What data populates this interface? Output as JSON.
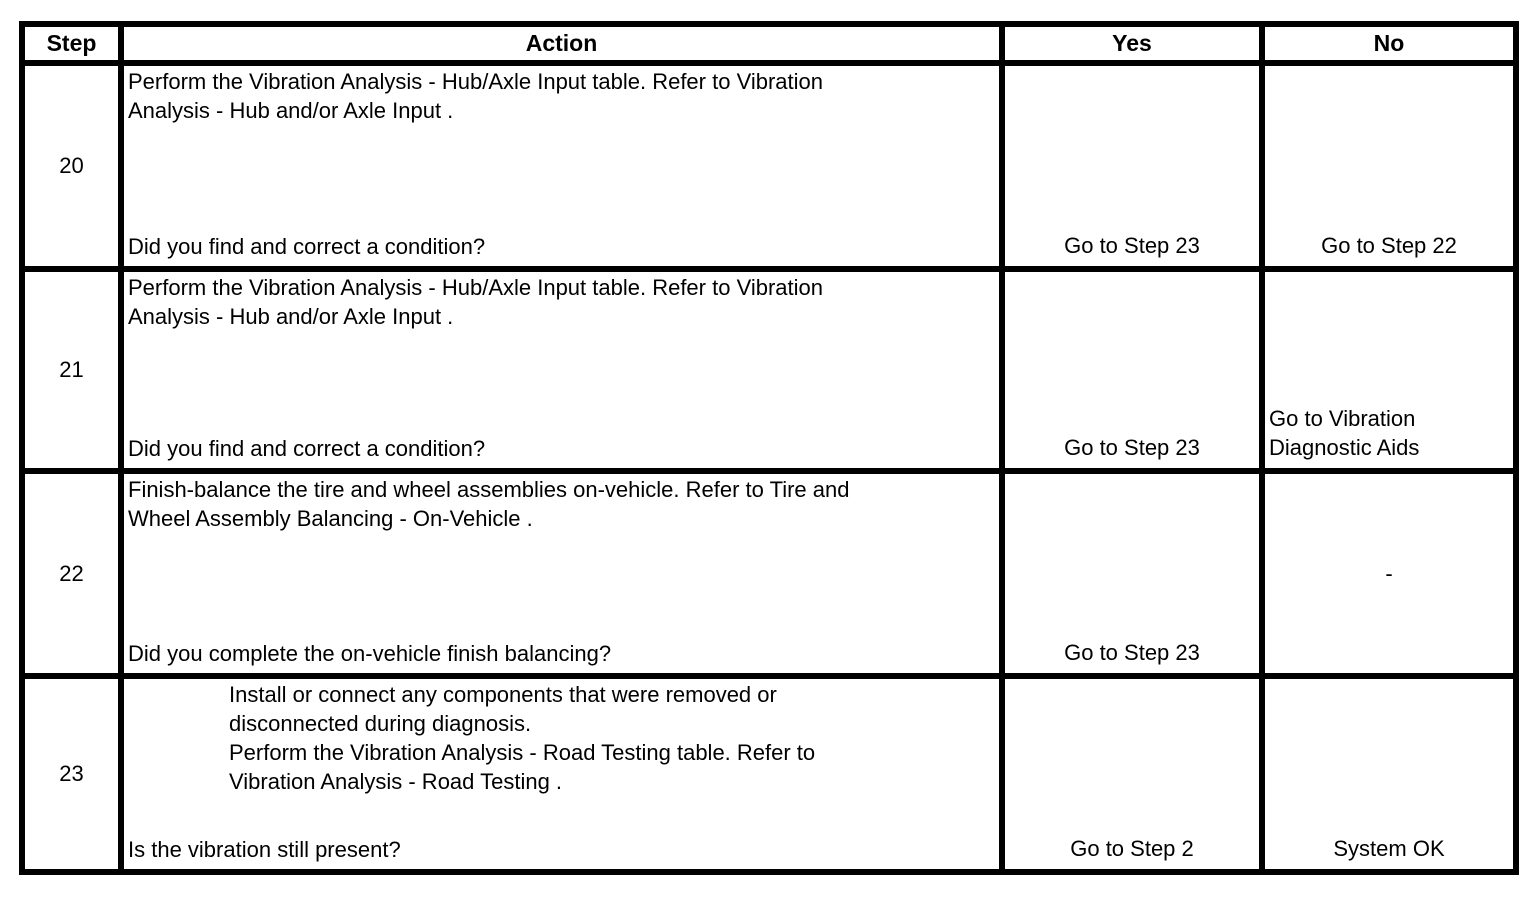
{
  "table": {
    "header": {
      "step": "Step",
      "action": "Action",
      "yes": "Yes",
      "no": "No"
    },
    "rows": [
      {
        "step": "20",
        "action": "Perform the Vibration Analysis - Hub/Axle Input table. Refer to Vibration\nAnalysis - Hub and/or Axle Input .",
        "question": "Did you find and correct a condition?",
        "yes": "Go to Step 23",
        "no": "Go to Step 22"
      },
      {
        "step": "21",
        "action": "Perform the Vibration Analysis - Hub/Axle Input table. Refer to Vibration\nAnalysis - Hub and/or Axle Input .",
        "question": "Did you find and correct a condition?",
        "yes": "Go to Step 23",
        "no": "Go to Vibration\nDiagnostic Aids"
      },
      {
        "step": "22",
        "action": "Finish-balance the tire and wheel assemblies on-vehicle. Refer to Tire and\nWheel Assembly Balancing - On-Vehicle .",
        "question": "Did you complete the on-vehicle finish balancing?",
        "yes": "Go to Step 23",
        "no": "-"
      },
      {
        "step": "23",
        "action": "Install or connect any components that were removed or\ndisconnected during diagnosis.\nPerform the Vibration Analysis - Road Testing table. Refer to\nVibration Analysis - Road Testing .",
        "question": "Is the vibration still present?",
        "yes": "Go to Step 2",
        "no": "System OK"
      }
    ]
  },
  "colors": {
    "text": "#000000",
    "border": "#000000",
    "background": "#ffffff"
  }
}
